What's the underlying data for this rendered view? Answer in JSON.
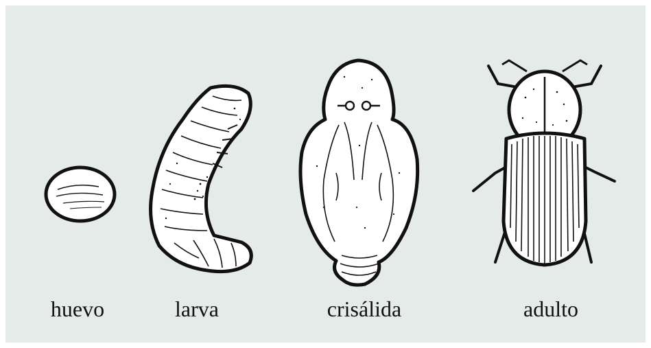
{
  "diagram": {
    "stages": [
      {
        "label": "huevo"
      },
      {
        "label": "larva"
      },
      {
        "label": "crisálida"
      },
      {
        "label": "adulto"
      }
    ]
  },
  "colors": {
    "background": "#e4ebe8",
    "ink": "#111111",
    "paper": "#ffffff"
  }
}
